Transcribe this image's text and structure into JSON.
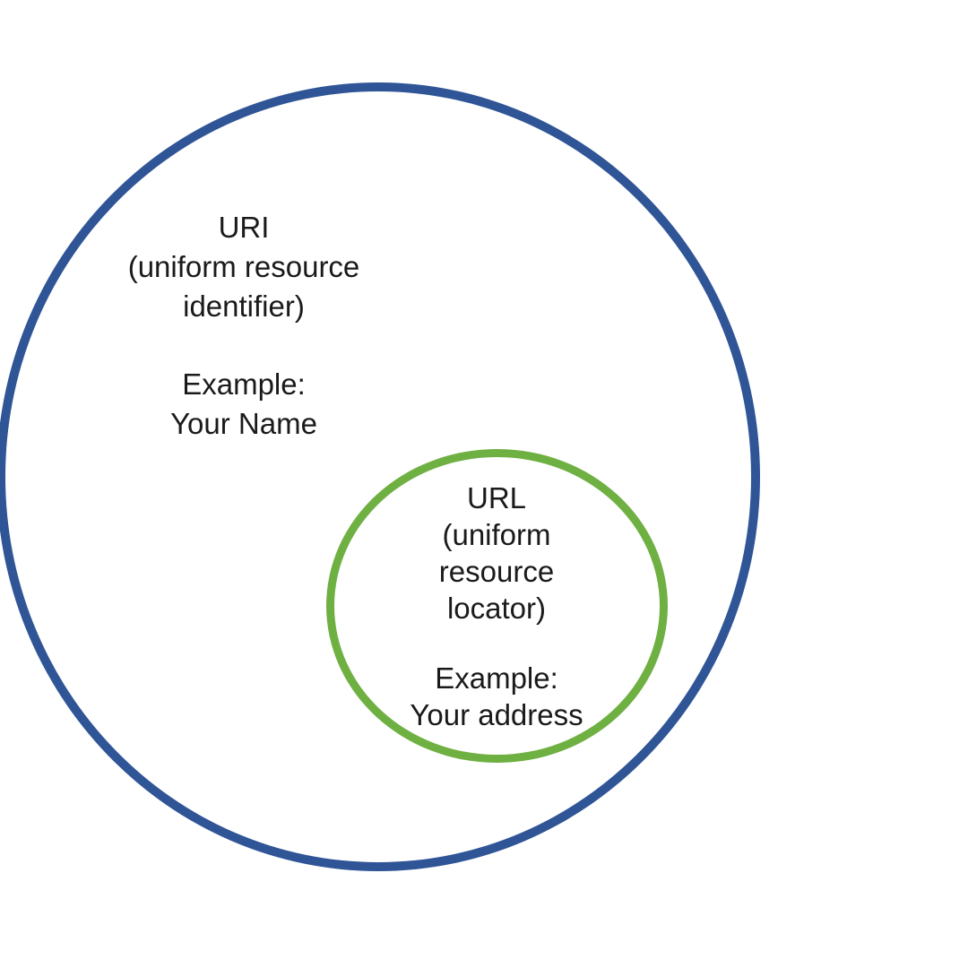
{
  "diagram": {
    "colors": {
      "outer_circle": "#2f5596",
      "inner_circle": "#6fb042",
      "text": "#1a1a1a",
      "background": "#ffffff"
    },
    "uri": {
      "title": "URI",
      "subtitle_line1": "(uniform resource",
      "subtitle_line2": "identifier)",
      "example_label": "Example:",
      "example_value": "Your Name"
    },
    "url": {
      "title": "URL",
      "subtitle_line1": "(uniform",
      "subtitle_line2": "resource",
      "subtitle_line3": "locator)",
      "example_label": "Example:",
      "example_value": "Your address"
    }
  }
}
